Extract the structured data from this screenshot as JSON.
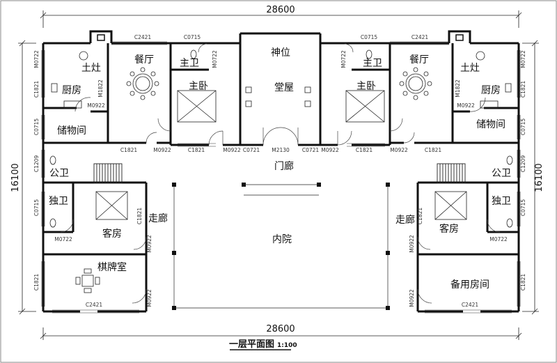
{
  "dimensions": {
    "width_top": "28600",
    "width_bottom": "28600",
    "depth_left": "16100",
    "depth_right": "16100"
  },
  "rooms": {
    "shrine": "神位",
    "main_hall": "堂屋",
    "left_dining": "餐厅",
    "right_dining": "餐厅",
    "left_stove": "土灶",
    "right_stove": "土灶",
    "left_kitchen": "厨房",
    "right_kitchen": "厨房",
    "left_storage": "储物间",
    "right_storage": "储物间",
    "left_master_bath": "主卫",
    "right_master_bath": "主卫",
    "left_master_bed": "主卧",
    "right_master_bed": "主卧",
    "porch": "门廊",
    "courtyard": "内院",
    "left_corridor": "走廊",
    "right_corridor": "走廊",
    "left_public_bath": "公卫",
    "right_public_bath": "公卫",
    "left_private_bath": "独卫",
    "right_private_bath": "独卫",
    "left_guest": "客房",
    "right_guest": "客房",
    "chess_room": "棋牌室",
    "spare_room": "备用房间"
  },
  "codes": {
    "c2421_tl": "C2421",
    "c0715_tl": "C0715",
    "c0715_tr": "C0715",
    "c2421_tr": "C2421",
    "c1821_a": "C1821",
    "m0922_a": "M0922",
    "c1821_b": "C1821",
    "m0922_b": "M0922",
    "c0721_l": "C0721",
    "m2130": "M2130",
    "c0721_r": "C0721",
    "m0922_c": "M0922",
    "c1821_c": "C1821",
    "m0922_d": "M0922",
    "c1821_d": "C1821",
    "m1822_l": "M1822",
    "m1822_r": "M1822",
    "m0922_kl": "M0922",
    "m0922_kr": "M0922",
    "m0722_bl": "M0722",
    "m0722_br": "M0722",
    "c0715_ll": "C0715",
    "c0715_rr": "C0715",
    "c1209_l": "C1209",
    "c1209_r": "C1209",
    "m0722_gl": "M0722",
    "m0722_gr": "M0722",
    "c1821_gl": "C1821",
    "c1821_gr": "C1821",
    "m0922_gl": "M0922",
    "m0922_gr": "M0922",
    "m0922_chess": "M0922",
    "m0922_spare": "M0922",
    "c2421_bl": "C2421",
    "c2421_br": "C2421",
    "c1821_ll": "C1821",
    "c1821_rr": "C1821",
    "c0715_lb": "C0715",
    "c0715_rb": "C0715",
    "m0722_tl": "M0722",
    "m0722_tr": "M0722",
    "c1821_tl": "C1821",
    "c1821_tr": "C1821"
  },
  "title": {
    "label": "一层平面图",
    "scale": "1:100"
  }
}
